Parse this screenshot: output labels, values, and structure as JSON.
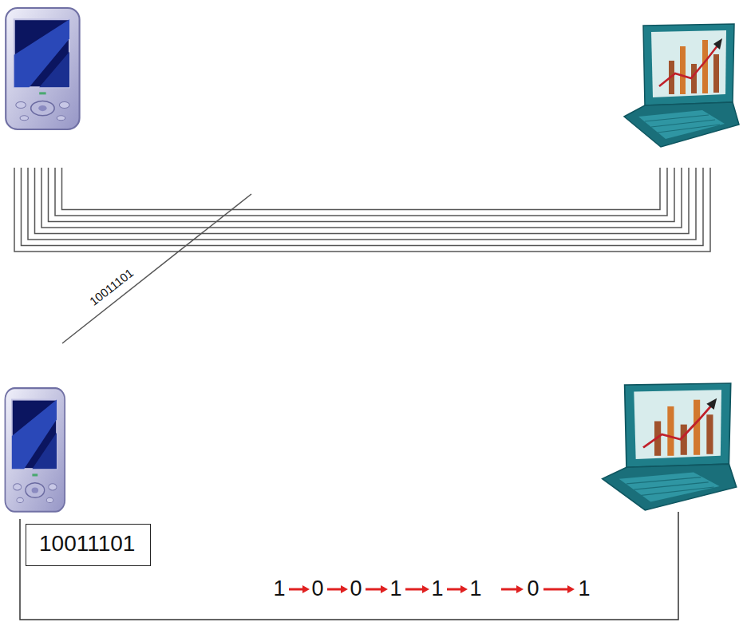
{
  "diagram": {
    "nodes": [
      {
        "text": [
          "10011101"
        ]
      }
    ],
    "labels": [
      "10011101",
      "1",
      "0",
      "0",
      "1",
      "1",
      "1",
      "0",
      "1"
    ]
  }
}
